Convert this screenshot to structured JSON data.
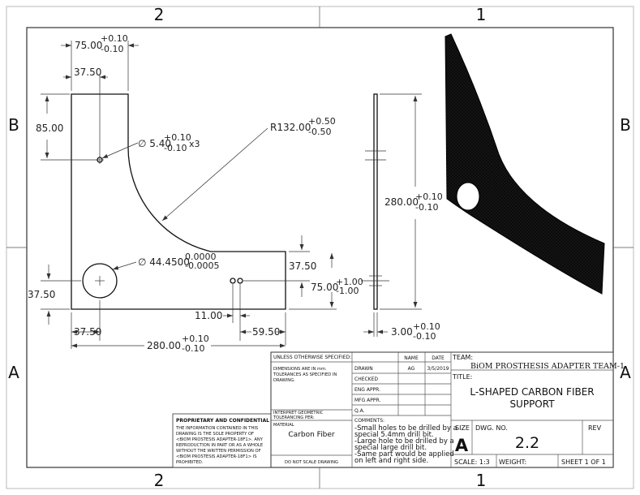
{
  "zones": {
    "top_left": "2",
    "top_right": "1",
    "left_upper": "B",
    "right_upper": "B",
    "left_lower": "A",
    "right_lower": "A",
    "bottom_left": "2",
    "bottom_right": "1"
  },
  "dims": {
    "width75": "75.00",
    "width75_tol_plus": "+0.10",
    "width75_tol_minus": "-0.10",
    "top3750": "37.50",
    "left85": "85.00",
    "hole_small_sym": "∅ 5.40",
    "hole_small_tol_plus": "+0.10",
    "hole_small_tol_minus": "-0.10",
    "hole_small_qty": "x3",
    "radius": "R132.00",
    "radius_tol_plus": "+0.50",
    "radius_tol_minus": "-0.50",
    "hole_big_sym": "∅ 44.4500",
    "hole_big_tol_plus": "0.0000",
    "hole_big_tol_minus": "-0.0005",
    "right3750": "37.50",
    "right75": "75.00",
    "right75_tol_plus": "+1.00",
    "right75_tol_minus": "-1.00",
    "left3750": "37.50",
    "d1100": "11.00",
    "d5950": "59.50",
    "bottom3750": "37.50",
    "bottom280": "280.00",
    "bottom280_tol_plus": "+0.10",
    "bottom280_tol_minus": "-0.10",
    "side280": "280.00",
    "side280_tol_plus": "+0.10",
    "side280_tol_minus": "-0.10",
    "thick": "3.00",
    "thick_tol_plus": "+0.10",
    "thick_tol_minus": "-0.10"
  },
  "title_block": {
    "unless_specified": "UNLESS OTHERWISE SPECIFIED:",
    "name_header": "NAME",
    "date_header": "DATE",
    "dimensions_note_1": "DIMENSIONS ARE IN mm.",
    "dimensions_note_2": "TOLERANCES AS SPECIFIED IN",
    "dimensions_note_3": "DRAWING.",
    "drawn_label": "DRAWN",
    "drawn_name": "AG",
    "drawn_date": "3/5/2019",
    "checked_label": "CHECKED",
    "eng_label": "ENG APPR.",
    "mfg_label": "MFG APPR.",
    "qa_label": "Q.A.",
    "interpret_1": "INTERPRET GEOMETRIC",
    "interpret_2": "TOLERANCING PER:",
    "material_label": "MATERIAL",
    "material_value": "Carbon Fiber",
    "do_not_scale": "DO NOT SCALE DRAWING",
    "comments_label": "COMMENTS:",
    "comment_1": "-Small holes to be drilled by a",
    "comment_2": "special 5.4mm drill bit.",
    "comment_3": "-Large hole to be drilled by a",
    "comment_4": "special large drill bit.",
    "comment_5": "-Same part would be applied",
    "comment_6": "on left and right side.",
    "team_label": "TEAM:",
    "team_value": "BiOM PROSTHESIS ADAPTER TEAM-1",
    "title_label": "TITLE:",
    "title_line_1": "L-SHAPED CARBON FIBER",
    "title_line_2": "SUPPORT",
    "size_label": "SIZE",
    "size_value": "A",
    "dwg_label": "DWG.  NO.",
    "dwg_value": "2.2",
    "rev_label": "REV",
    "scale": "SCALE: 1:3",
    "weight": "WEIGHT:",
    "sheet": "SHEET 1 OF 1",
    "prop_title": "PROPRIETARY AND CONFIDENTIAL",
    "prop_1": "THE INFORMATION CONTAINED IN THIS",
    "prop_2": "DRAWING IS THE SOLE PROPERTY OF",
    "prop_3": "<BIOM PROSTESIS ADAPTER-18F1>.  ANY",
    "prop_4": "REPRODUCTION IN PART OR AS A WHOLE",
    "prop_5": "WITHOUT THE WRITTEN PERMISSION OF",
    "prop_6": "<BIOM PROSTESIS ADAPTER-18F1> IS",
    "prop_7": "PROHIBITED."
  }
}
